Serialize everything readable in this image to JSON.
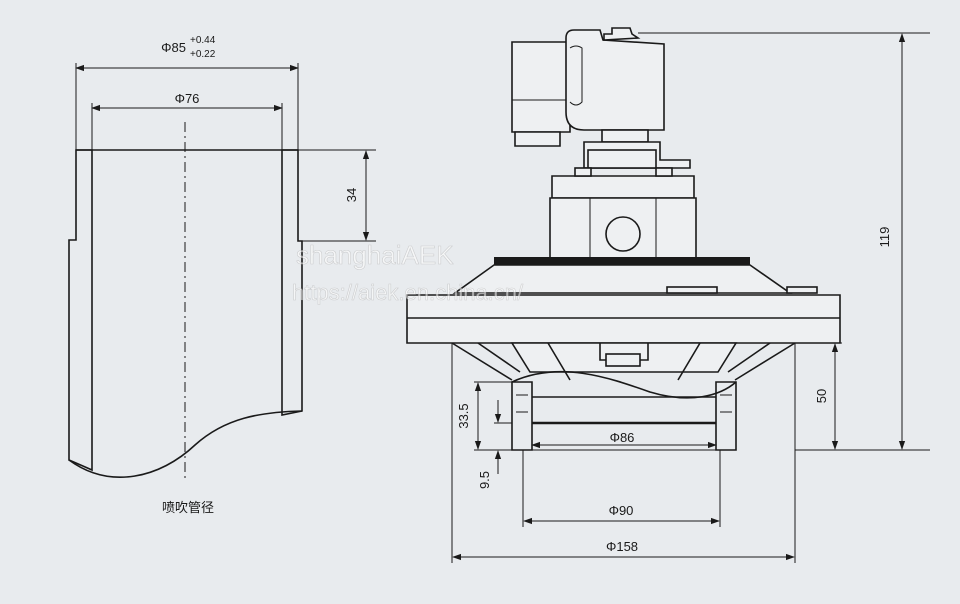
{
  "pipe": {
    "outer_dia_label": "Φ85",
    "tol_upper": "+0.44",
    "tol_lower": "+0.22",
    "inner_dia_label": "Φ76",
    "insert_depth": "34",
    "caption": "喷吹管径"
  },
  "valve": {
    "height_total": "119",
    "height_lower": "50",
    "dim_335": "33.5",
    "dim_95": "9.5",
    "phi86": "Φ86",
    "phi90": "Φ90",
    "phi158": "Φ158"
  },
  "watermark": {
    "line1": "shanghaiAEK",
    "line2": "https://aiek.en.china.cn/"
  },
  "colors": {
    "background": "#e8ebee",
    "line": "#1a1a1a"
  }
}
